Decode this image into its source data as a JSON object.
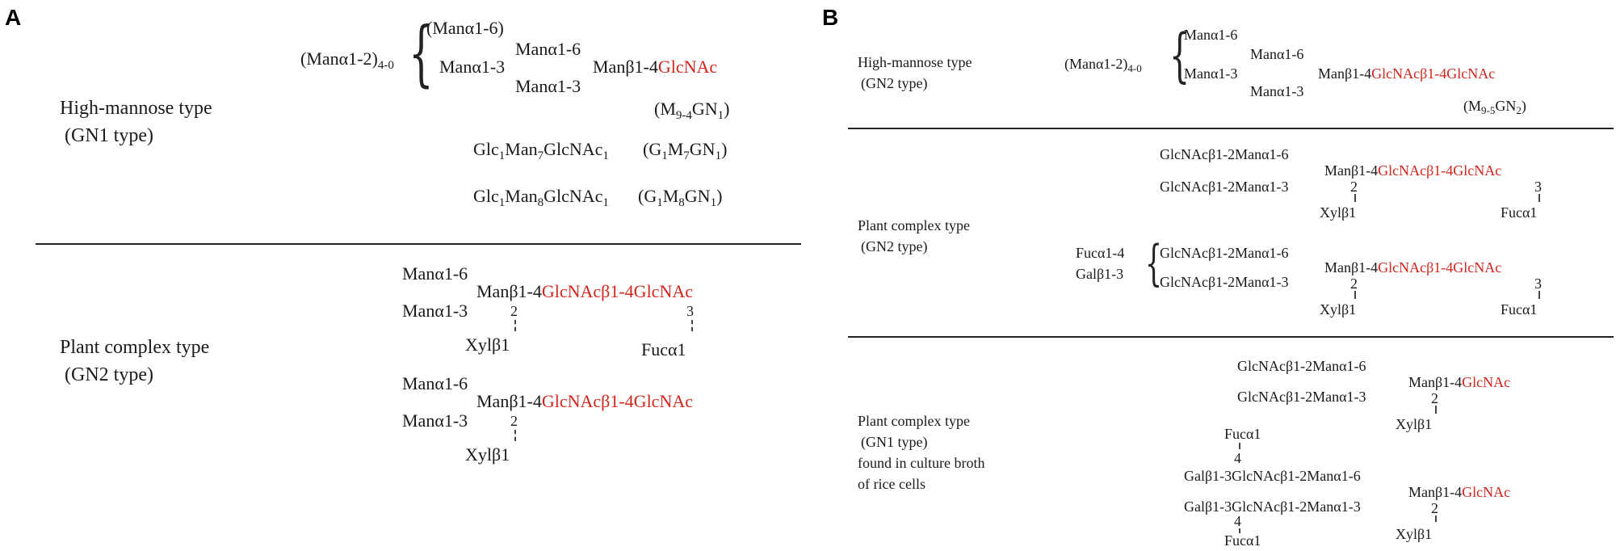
{
  "panel_a": {
    "letter": "A",
    "high_mannose": {
      "label_line1": "High-mannose type",
      "label_line2": "(GN1 type)",
      "prefix": "(Manα1-2)",
      "prefix_sub": "4-0",
      "brace_top": "(Manα1-6)",
      "brace_bottom": "Manα1-3",
      "mid_top": "Manα1-6",
      "mid_bottom": "Manα1-3",
      "core_black": "Manβ1-4",
      "core_red": "GlcNAc",
      "formula_main": "(M",
      "formula_sub1": "9-4",
      "formula_mid": "GN",
      "formula_sub2": "1",
      "formula_end": ")",
      "g1m7": {
        "p1": "Glc",
        "s1": "1",
        "p2": "Man",
        "s2": "7",
        "p3": "GlcNAc",
        "s3": "1",
        "q1": "(G",
        "qs1": "1",
        "q2": "M",
        "qs2": "7",
        "q3": "GN",
        "qs3": "1",
        "q4": ")"
      },
      "g1m8": {
        "p1": "Glc",
        "s1": "1",
        "p2": "Man",
        "s2": "8",
        "p3": "GlcNAc",
        "s3": "1",
        "q1": "(G",
        "qs1": "1",
        "q2": "M",
        "qs2": "8",
        "q3": "GN",
        "qs3": "1",
        "q4": ")"
      }
    },
    "plant_complex": {
      "label_line1": "Plant complex  type",
      "label_line2": "(GN2 type)",
      "s1": {
        "top": "Manα1-6",
        "bottom": "Manα1-3",
        "core_black": "Manβ1-4",
        "core_red": "GlcNAcβ1-4GlcNAc",
        "pos2": "2",
        "pos3": "3",
        "xyl": "Xylβ1",
        "fuc": "Fucα1"
      },
      "s2": {
        "top": "Manα1-6",
        "bottom": "Manα1-3",
        "core_black": "Manβ1-4",
        "core_red": "GlcNAcβ1-4GlcNAc",
        "pos2": "2",
        "xyl": "Xylβ1"
      }
    }
  },
  "panel_b": {
    "letter": "B",
    "high_mannose": {
      "label_line1": "High-mannose type",
      "label_line2": "(GN2 type)",
      "prefix": "(Manα1-2)",
      "prefix_sub": "4-0",
      "brace_top": "Manα1-6",
      "brace_bottom": "Manα1-3",
      "mid_top": "Manα1-6",
      "mid_bottom": "Manα1-3",
      "core_black": "Manβ1-4",
      "core_red": "GlcNAcβ1-4GlcNAc",
      "formula_main": "(M",
      "formula_sub1": "9-5",
      "formula_mid": "GN",
      "formula_sub2": "2",
      "formula_end": ")"
    },
    "plant_gn2": {
      "label_line1": "Plant complex  type",
      "label_line2": "(GN2 type)",
      "s1": {
        "top": "GlcNAcβ1-2Manα1-6",
        "bottom": "GlcNAcβ1-2Manα1-3",
        "core_black": "Manβ1-4",
        "core_red": "GlcNAcβ1-4GlcNAc",
        "pos2": "2",
        "pos3": "3",
        "xyl": "Xylβ1",
        "fuc": "Fucα1"
      },
      "s2": {
        "fuc_branch": "Fucα1-4",
        "gal_branch": "Galβ1-3",
        "top": "GlcNAcβ1-2Manα1-6",
        "bottom": "GlcNAcβ1-2Manα1-3",
        "core_black": "Manβ1-4",
        "core_red": "GlcNAcβ1-4GlcNAc",
        "pos2": "2",
        "pos3": "3",
        "xyl": "Xylβ1",
        "fuc": "Fucα1"
      }
    },
    "plant_gn1": {
      "label_line1": "Plant complex  type",
      "label_line2": "(GN1 type)",
      "label_line3": "found in culture broth",
      "label_line4": "of rice cells",
      "s1": {
        "top": "GlcNAcβ1-2Manα1-6",
        "bottom": "GlcNAcβ1-2Manα1-3",
        "core_black": "Manβ1-4",
        "core_red": "GlcNAc",
        "pos2": "2",
        "xyl": "Xylβ1"
      },
      "s2": {
        "fuc_top": "Fucα1",
        "pos4_top": "4",
        "top": "Galβ1-3GlcNAcβ1-2Manα1-6",
        "bottom": "Galβ1-3GlcNAcβ1-2Manα1-3",
        "core_black": "Manβ1-4",
        "core_red": "GlcNAc",
        "pos2": "2",
        "pos4_bottom": "4",
        "fuc_bottom": "Fucα1",
        "xyl": "Xylβ1"
      }
    }
  },
  "colors": {
    "red": "#d3241c",
    "text": "#1a1a1a"
  }
}
